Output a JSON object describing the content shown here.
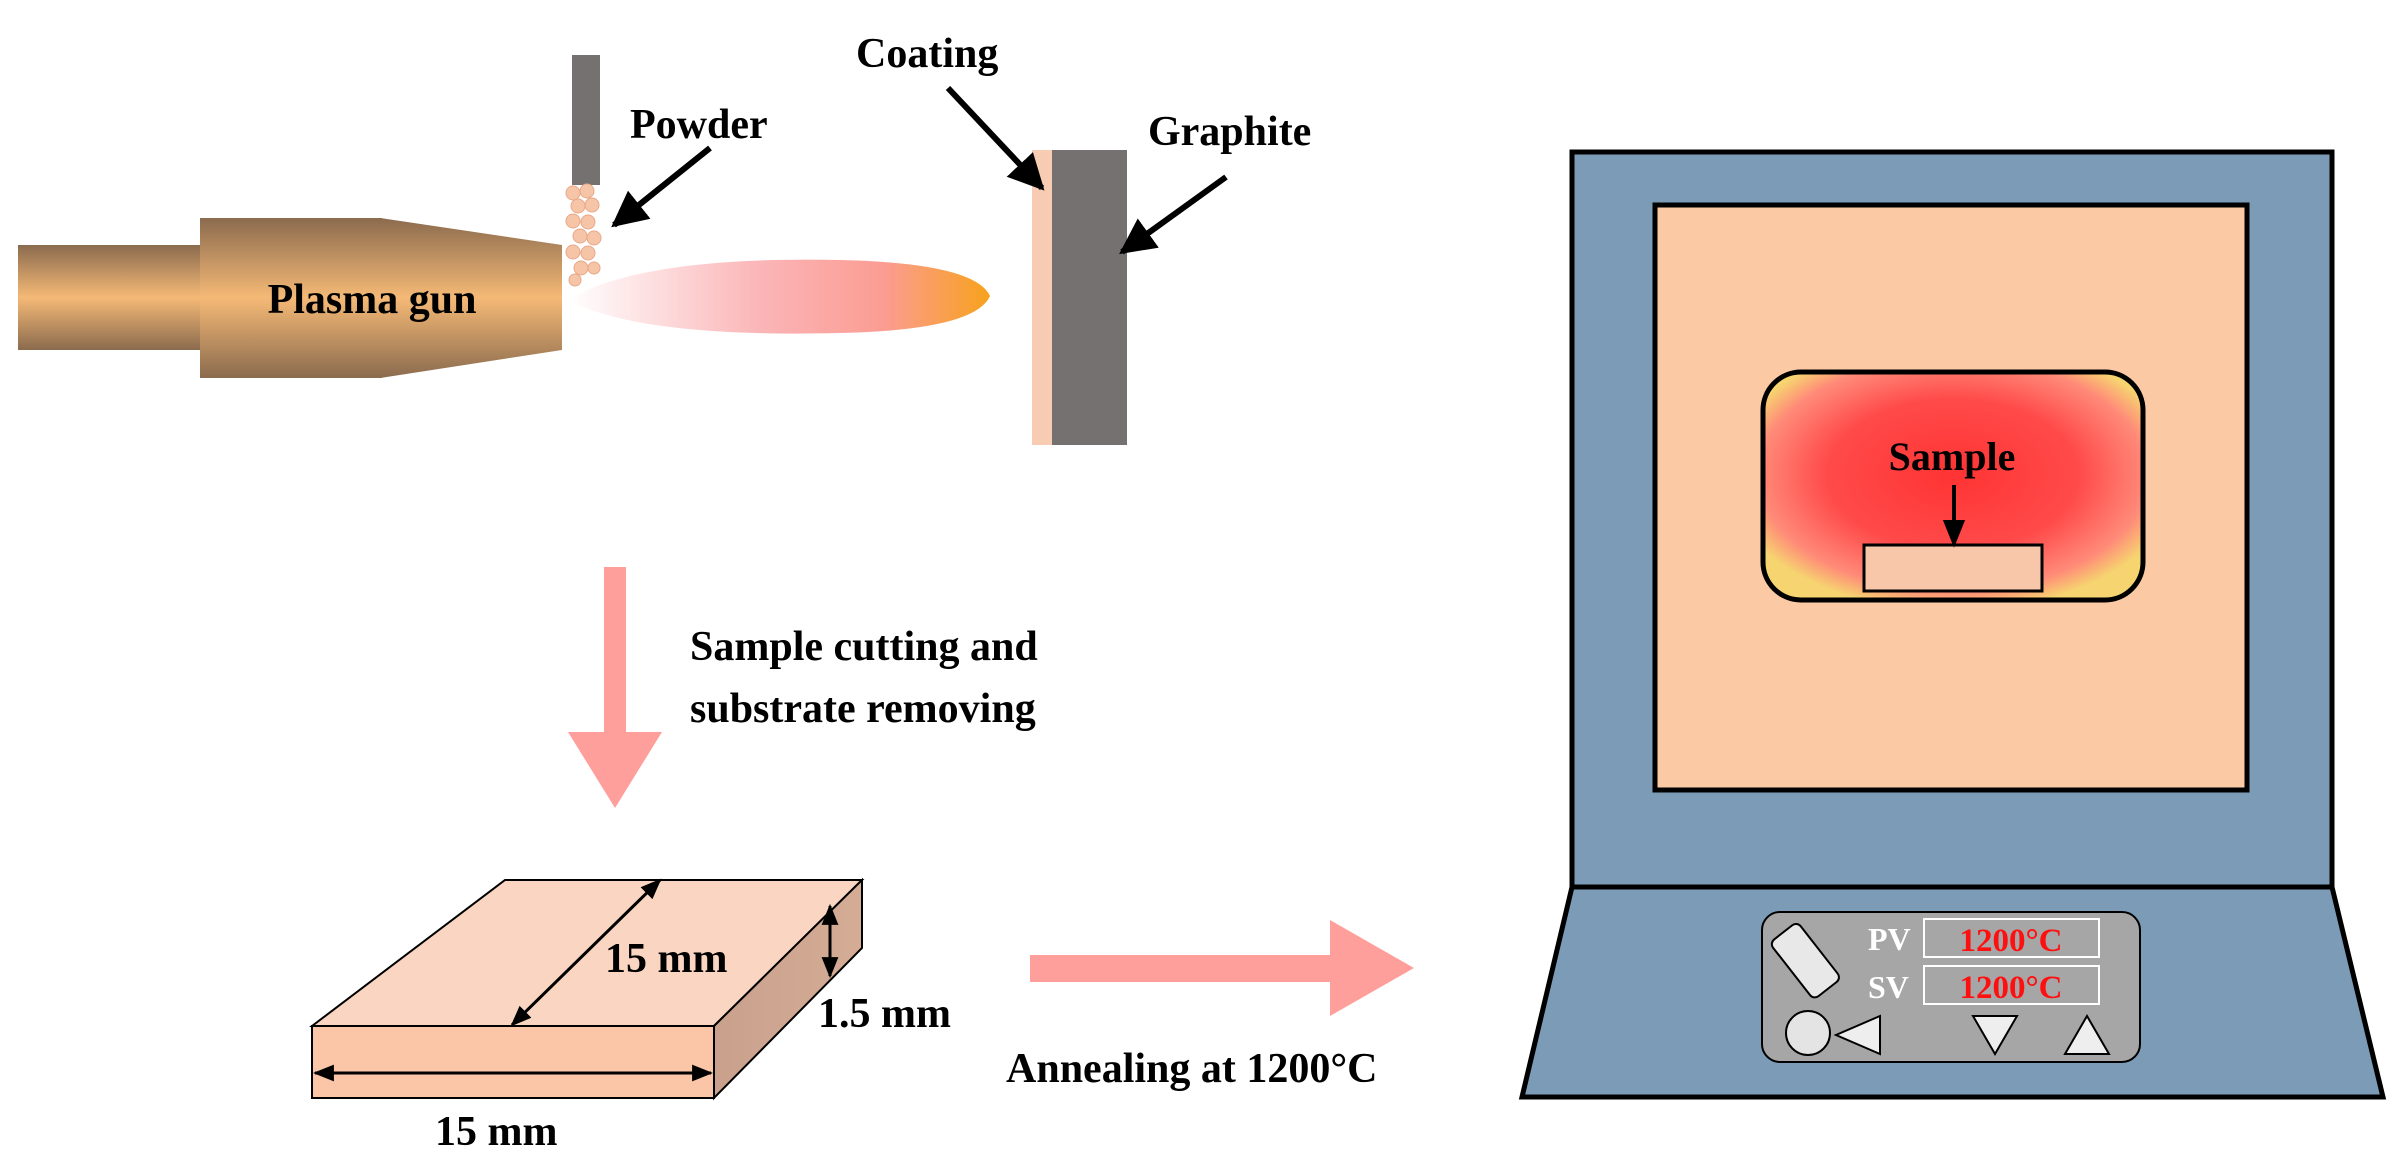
{
  "spray": {
    "gun_label": "Plasma gun",
    "powder_label": "Powder",
    "coating_label": "Coating",
    "graphite_label": "Graphite"
  },
  "process": {
    "cutting_line1": "Sample cutting and",
    "cutting_line2": "substrate removing",
    "annealing_label": "Annealing at 1200°C"
  },
  "sample_block": {
    "length_label": "15 mm",
    "width_label": "15 mm",
    "thickness_label": "1.5 mm"
  },
  "furnace": {
    "sample_label": "Sample",
    "pv_label": "PV",
    "pv_value": "1200°C",
    "sv_label": "SV",
    "sv_value": "1200°C"
  },
  "colors": {
    "gun": "#c39063",
    "coating": "#f8cbb3",
    "graphite": "#767171",
    "process_arrow": "#ff9f9b",
    "furnace_body": "#7b9bb7",
    "furnace_interior": "#fbcaa5",
    "hot_zone": "#ff3b3b",
    "display_text": "#ff1010",
    "control_panel": "#a6a6a6"
  }
}
